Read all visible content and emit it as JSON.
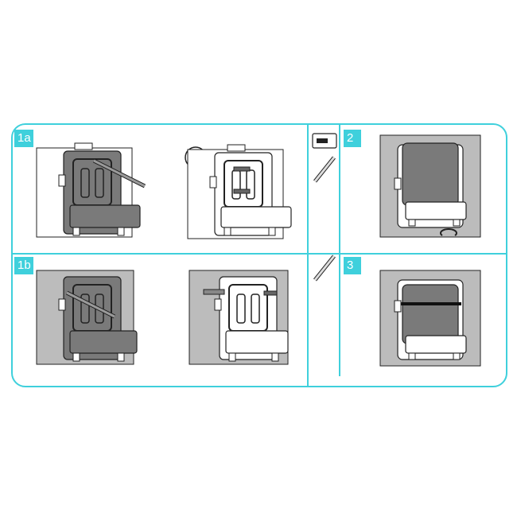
{
  "colors": {
    "accent": "#3fd0dc",
    "wall": "#bcbcbc",
    "device": "#7a7a7a",
    "outline": "#222222",
    "white": "#ffffff"
  },
  "steps": {
    "s1a": "1a",
    "s1b": "1b",
    "s2": "2",
    "s3": "3"
  },
  "icons": [
    "no-drill-icon",
    "level-icon",
    "screw-icon",
    "rotate-arrow-icon",
    "spirit-level-icon"
  ]
}
